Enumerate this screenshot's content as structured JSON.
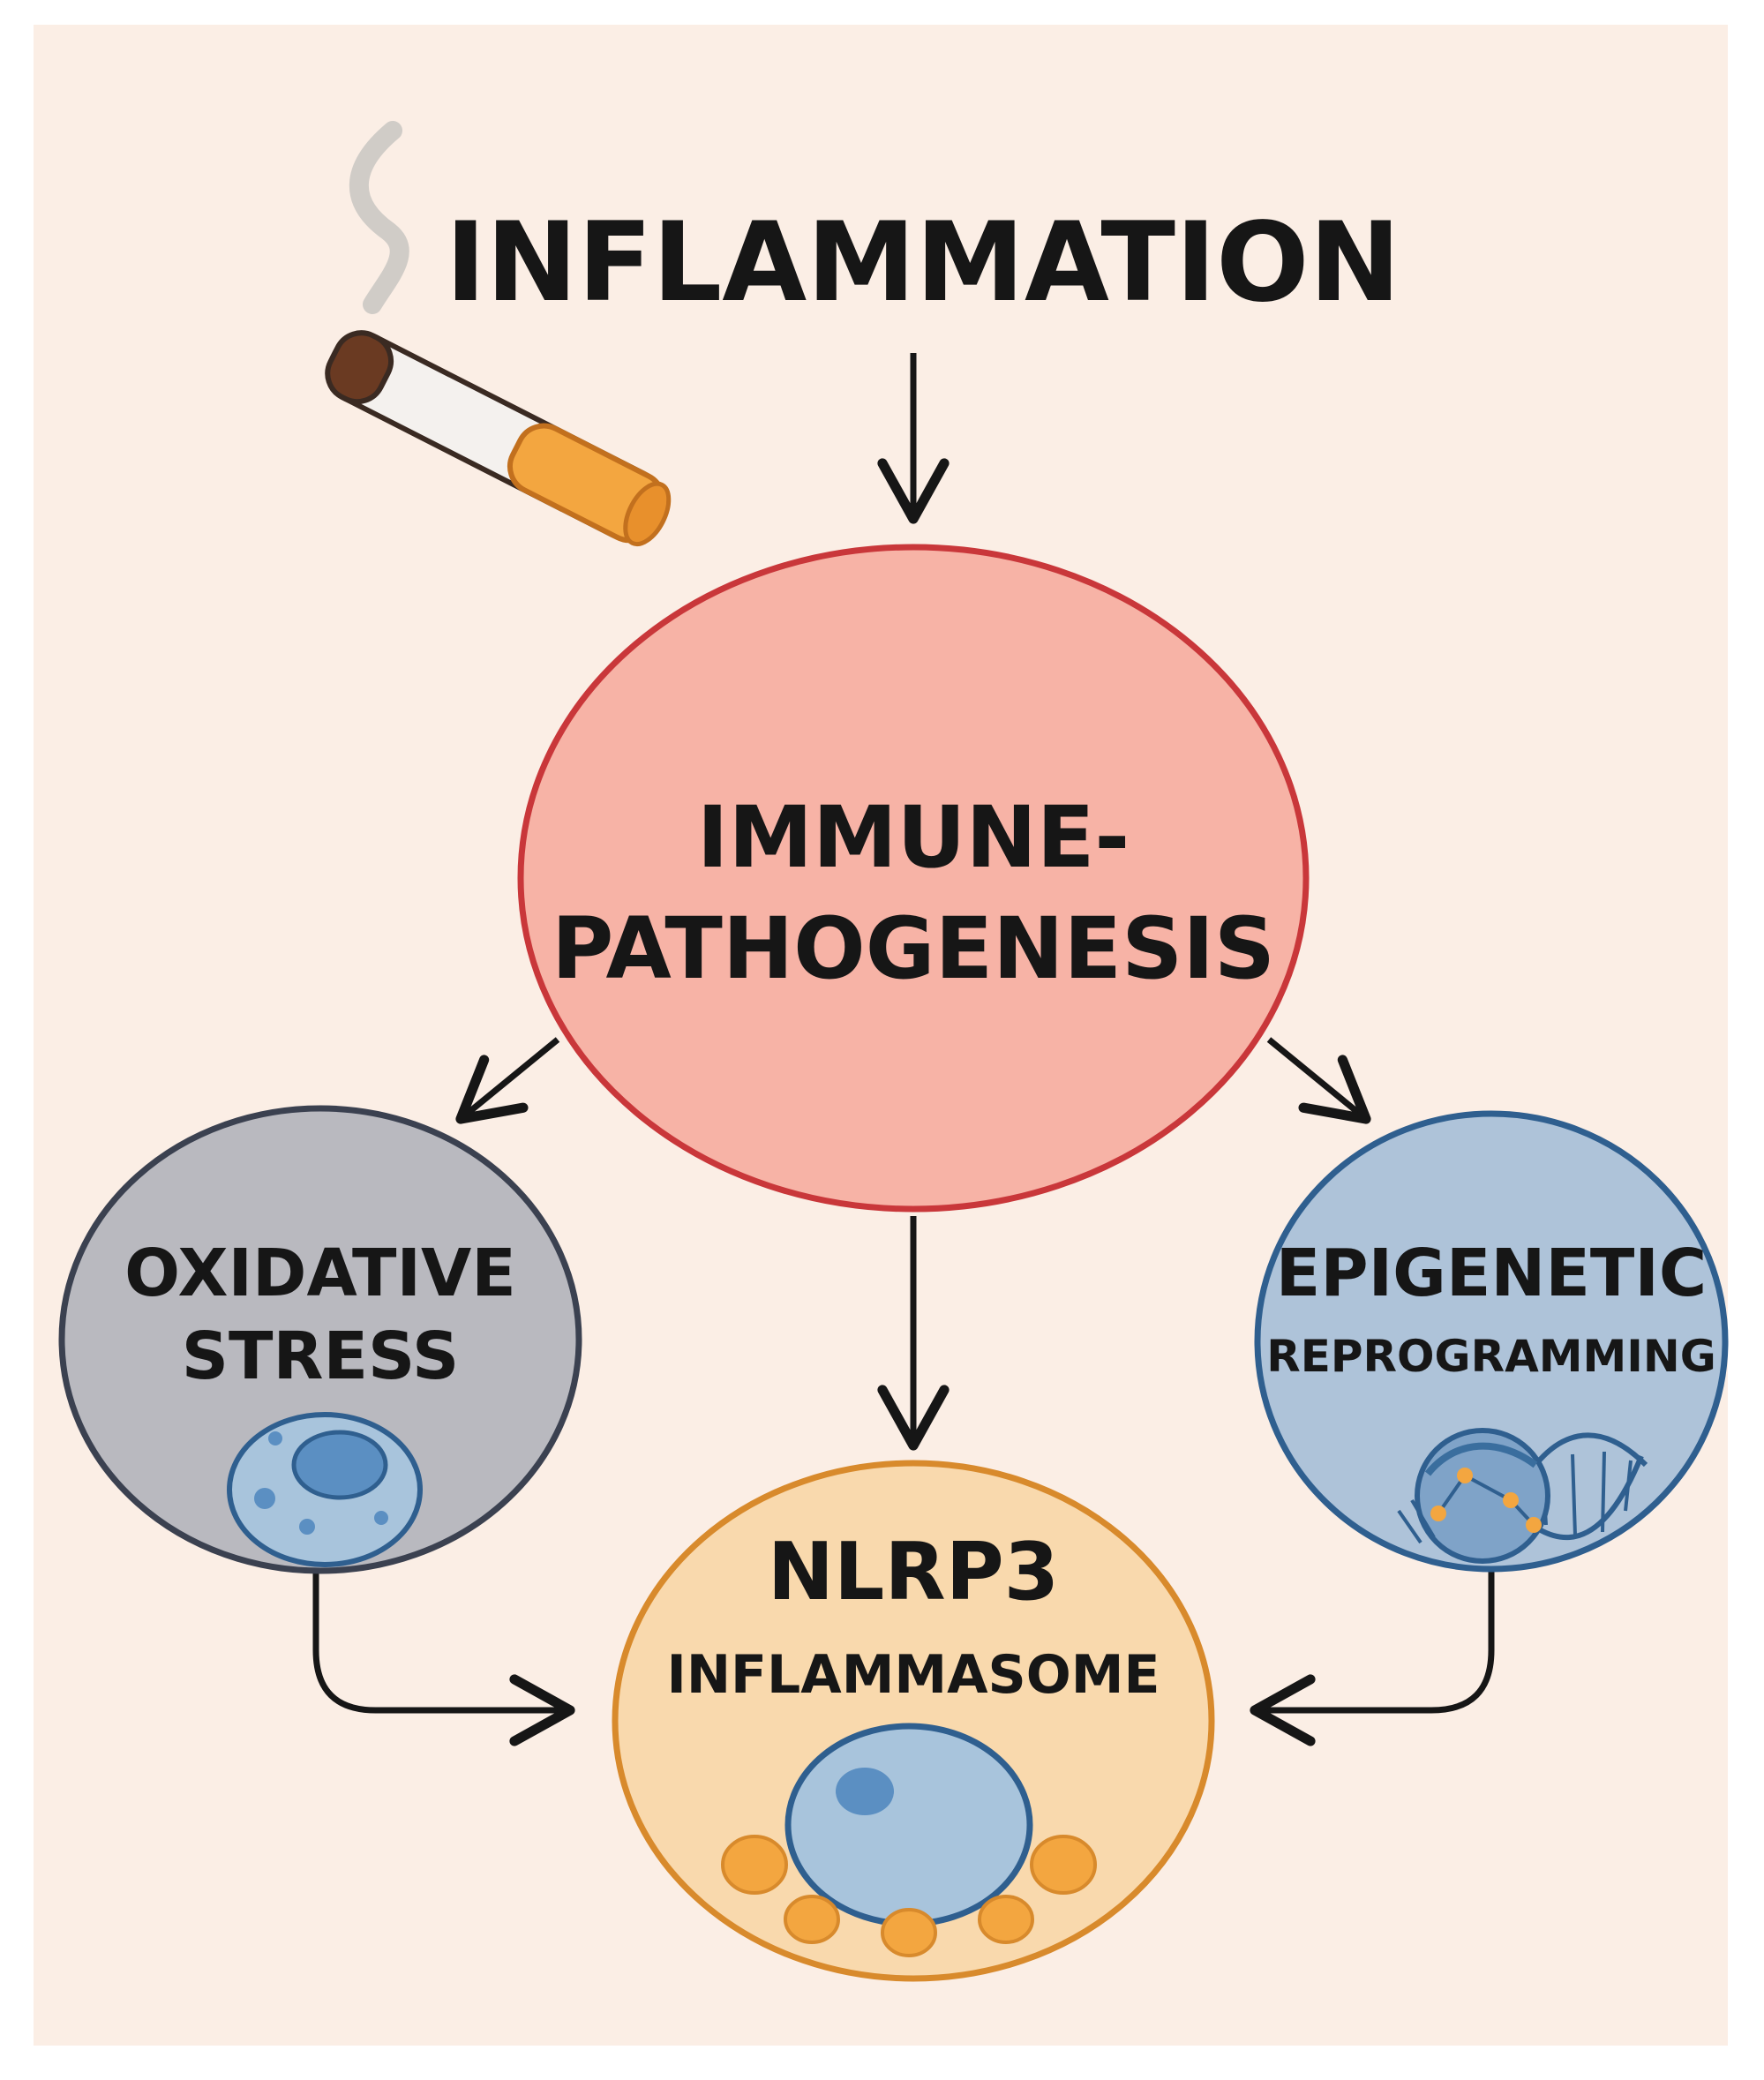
{
  "title": "INFLAMMATION",
  "nodes": {
    "immune": {
      "lines": [
        "IMMUNE-",
        "PATHOGENESIS"
      ],
      "fill": "#f7b3a6",
      "stroke": "#c9373a"
    },
    "oxidative": {
      "lines": [
        "OXIDATIVE",
        "STRESS"
      ],
      "fill": "#b9b9bf",
      "stroke": "#3b4150"
    },
    "epigenetic": {
      "lines": [
        "EPIGENETIC",
        "REPROGRAMMING"
      ],
      "fill": "#aec3d9",
      "stroke": "#2f5f8f"
    },
    "nlrp3": {
      "lines": [
        "NLRP3",
        "INFLAMMASOME"
      ],
      "fill": "#f9d9ad",
      "stroke": "#d88a2c"
    }
  },
  "icons": [
    "cigarette-icon",
    "smoke-icon",
    "cell-icon",
    "dna-icon",
    "inflammasome-cell-icon"
  ],
  "colors": {
    "background": "#fbeee5",
    "arrow": "#161616",
    "cell_fill": "#a8c4dc",
    "cell_stroke": "#2f5f8f",
    "granule": "#f3a640"
  }
}
